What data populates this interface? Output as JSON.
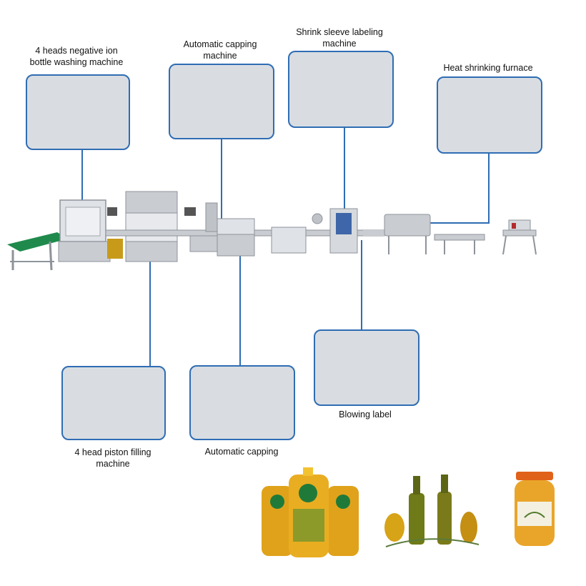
{
  "labels": {
    "washing": [
      "4 heads negative ion",
      "bottle washing machine"
    ],
    "capping_machine": [
      "Automatic capping",
      "machine"
    ],
    "shrink_labeling": [
      "Shrink sleeve labeling",
      "machine"
    ],
    "heat_furnace": [
      "Heat shrinking furnace"
    ],
    "piston_filling": [
      "4 head piston filling",
      "machine"
    ],
    "auto_capping": [
      "Automatic capping"
    ],
    "blowing_label": [
      "Blowing label"
    ]
  },
  "colors": {
    "frame_blue": "#2f6db3",
    "connector_blue": "#2f6db3",
    "steel": "#c9ccd1",
    "steel_dark": "#8e939a",
    "conveyor_green": "#1f8a4c",
    "oil_amber": "#e0a21a",
    "label_green": "#1f7a3a",
    "olive_oil": "#7a7a1a",
    "honey": "#e9a52a"
  },
  "icons": {
    "product_group_1": "cooking-oil-jugs-icon",
    "product_group_2": "olive-oil-bottles-icon",
    "product_group_3": "honey-jar-icon"
  }
}
